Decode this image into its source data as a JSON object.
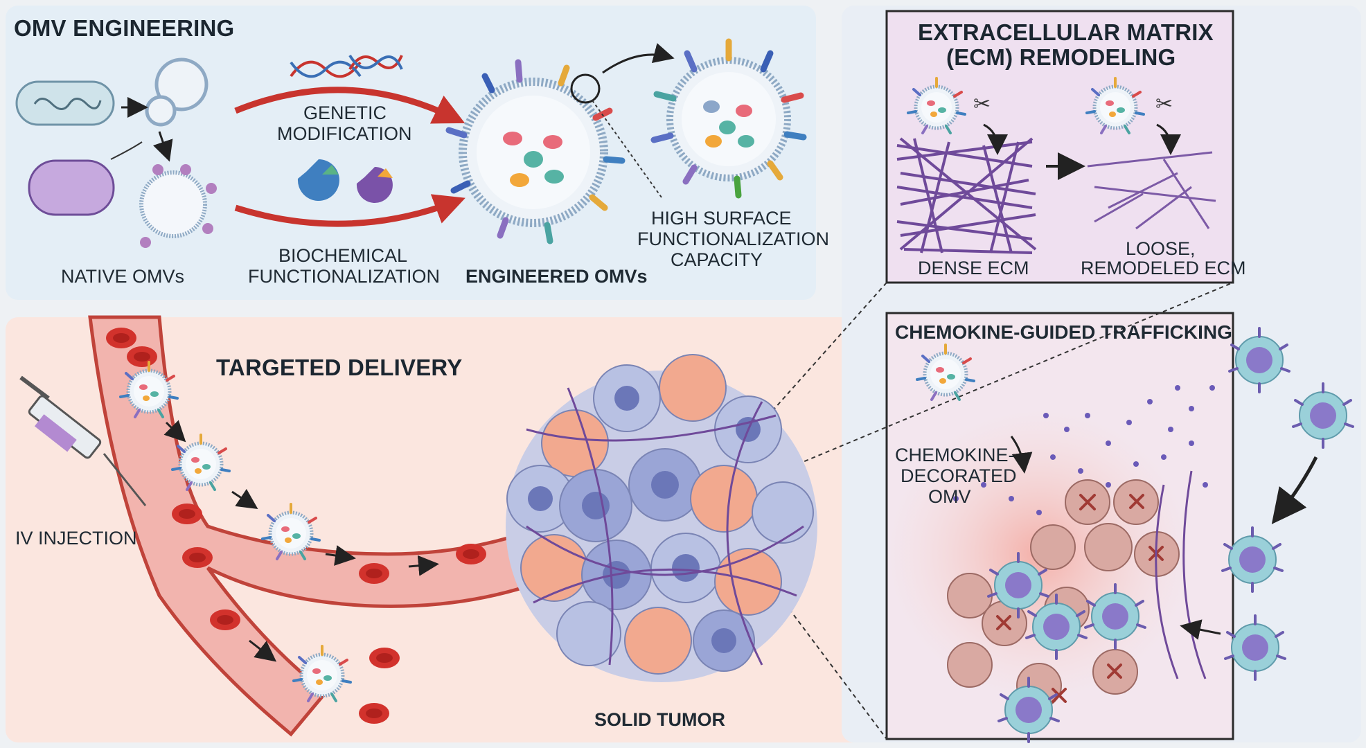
{
  "panels": {
    "omv_engineering": {
      "title": "OMV ENGINEERING"
    },
    "ecm": {
      "title_line1": "EXTRACELLULAR MATRIX",
      "title_line2": "(ECM) REMODELING",
      "dense": "DENSE ECM",
      "loose_line1": "LOOSE,",
      "loose_line2": "REMODELED ECM"
    },
    "delivery": {
      "title": "TARGETED DELIVERY",
      "iv": "IV INJECTION",
      "tumor": "SOLID TUMOR"
    },
    "trafficking": {
      "title": "CHEMOKINE-GUIDED TRAFFICKING",
      "omv_line1": "CHEMOKINE-",
      "omv_line2": "DECORATED",
      "omv_line3": "OMV"
    }
  },
  "labels": {
    "native": "NATIVE OMVs",
    "genetic_line1": "GENETIC",
    "genetic_line2": "MODIFICATION",
    "biochem_line1": "BIOCHEMICAL",
    "biochem_line2": "FUNCTIONALIZATION",
    "engineered": "ENGINEERED OMVs",
    "capacity_line1": "HIGH SURFACE",
    "capacity_line2": "FUNCTIONALIZATION",
    "capacity_line3": "CAPACITY"
  },
  "colors": {
    "top_panel": "#e4eef6",
    "delivery_panel": "#fbe6df",
    "ecm_panel": "#efe0f0",
    "vessel": "#f2b4ae",
    "vessel_edge": "#c0433a",
    "rbc": "#d2322c",
    "fiber": "#6f4a9a",
    "tcell": "#9ad0d9",
    "tcell_core": "#8a79c9",
    "arrow_red": "#c8342e"
  }
}
